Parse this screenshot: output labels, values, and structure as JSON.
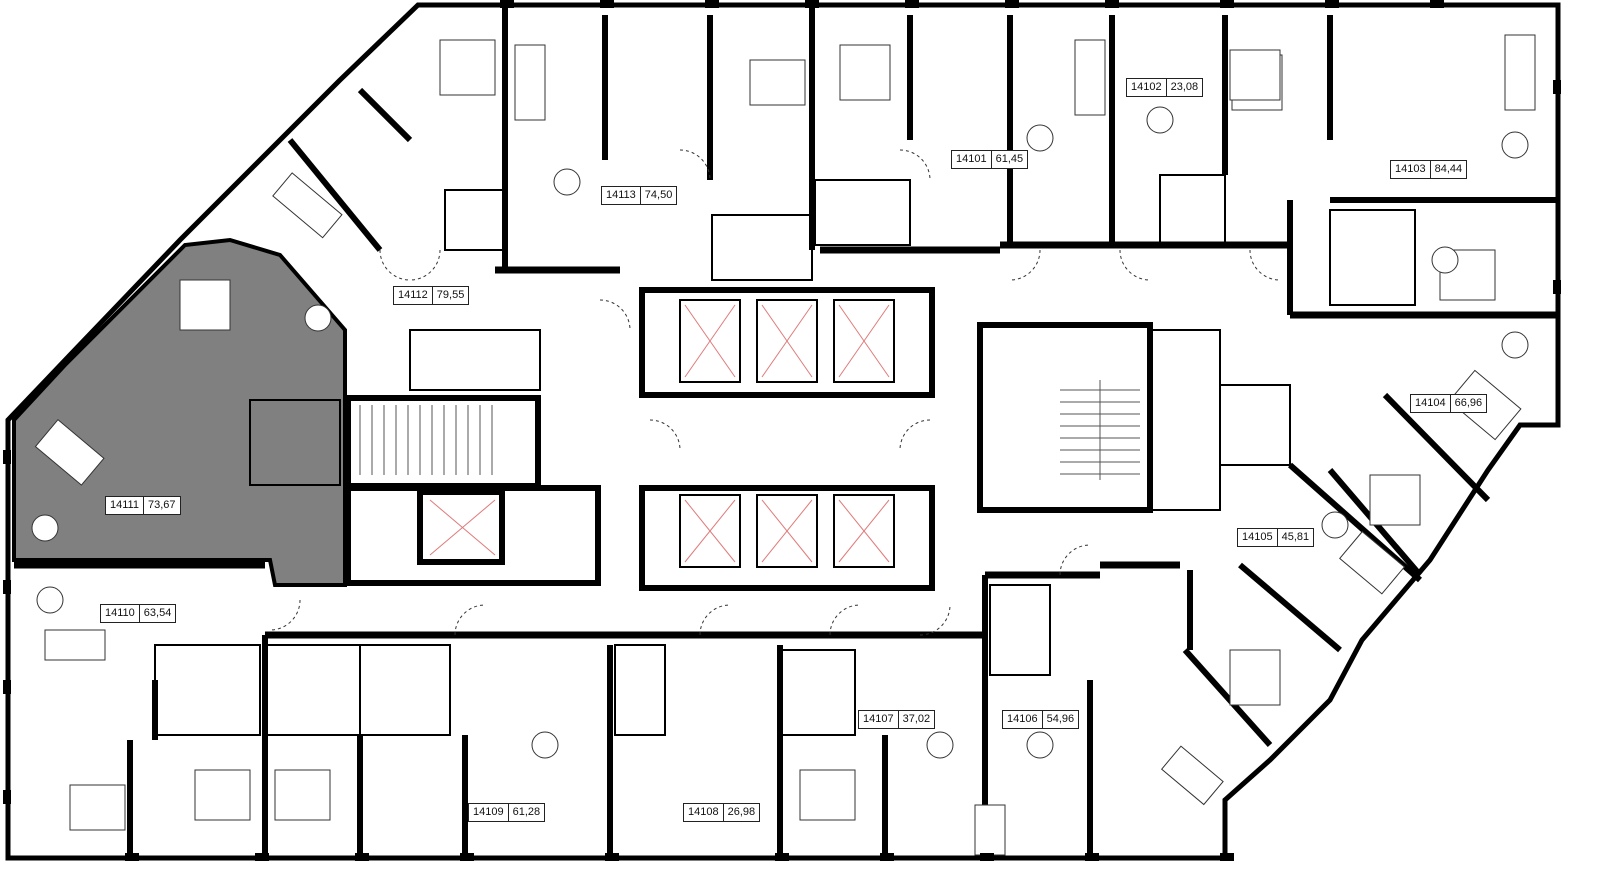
{
  "plan": {
    "apartments": [
      {
        "number": "14101",
        "area": "61,45",
        "selected": false
      },
      {
        "number": "14102",
        "area": "23,08",
        "selected": false
      },
      {
        "number": "14103",
        "area": "84,44",
        "selected": false
      },
      {
        "number": "14104",
        "area": "66,96",
        "selected": false
      },
      {
        "number": "14105",
        "area": "45,81",
        "selected": false
      },
      {
        "number": "14106",
        "area": "54,96",
        "selected": false
      },
      {
        "number": "14107",
        "area": "37,02",
        "selected": false
      },
      {
        "number": "14108",
        "area": "26,98",
        "selected": false
      },
      {
        "number": "14109",
        "area": "61,28",
        "selected": false
      },
      {
        "number": "14110",
        "area": "63,54",
        "selected": false
      },
      {
        "number": "14111",
        "area": "73,67",
        "selected": true
      },
      {
        "number": "14112",
        "area": "79,55",
        "selected": false
      },
      {
        "number": "14113",
        "area": "74,50",
        "selected": false
      }
    ],
    "colors": {
      "wall": "#000000",
      "selected_fill": "#808080",
      "line": "#333333",
      "elevator_cross": "#e07a7a",
      "background": "#ffffff"
    }
  }
}
